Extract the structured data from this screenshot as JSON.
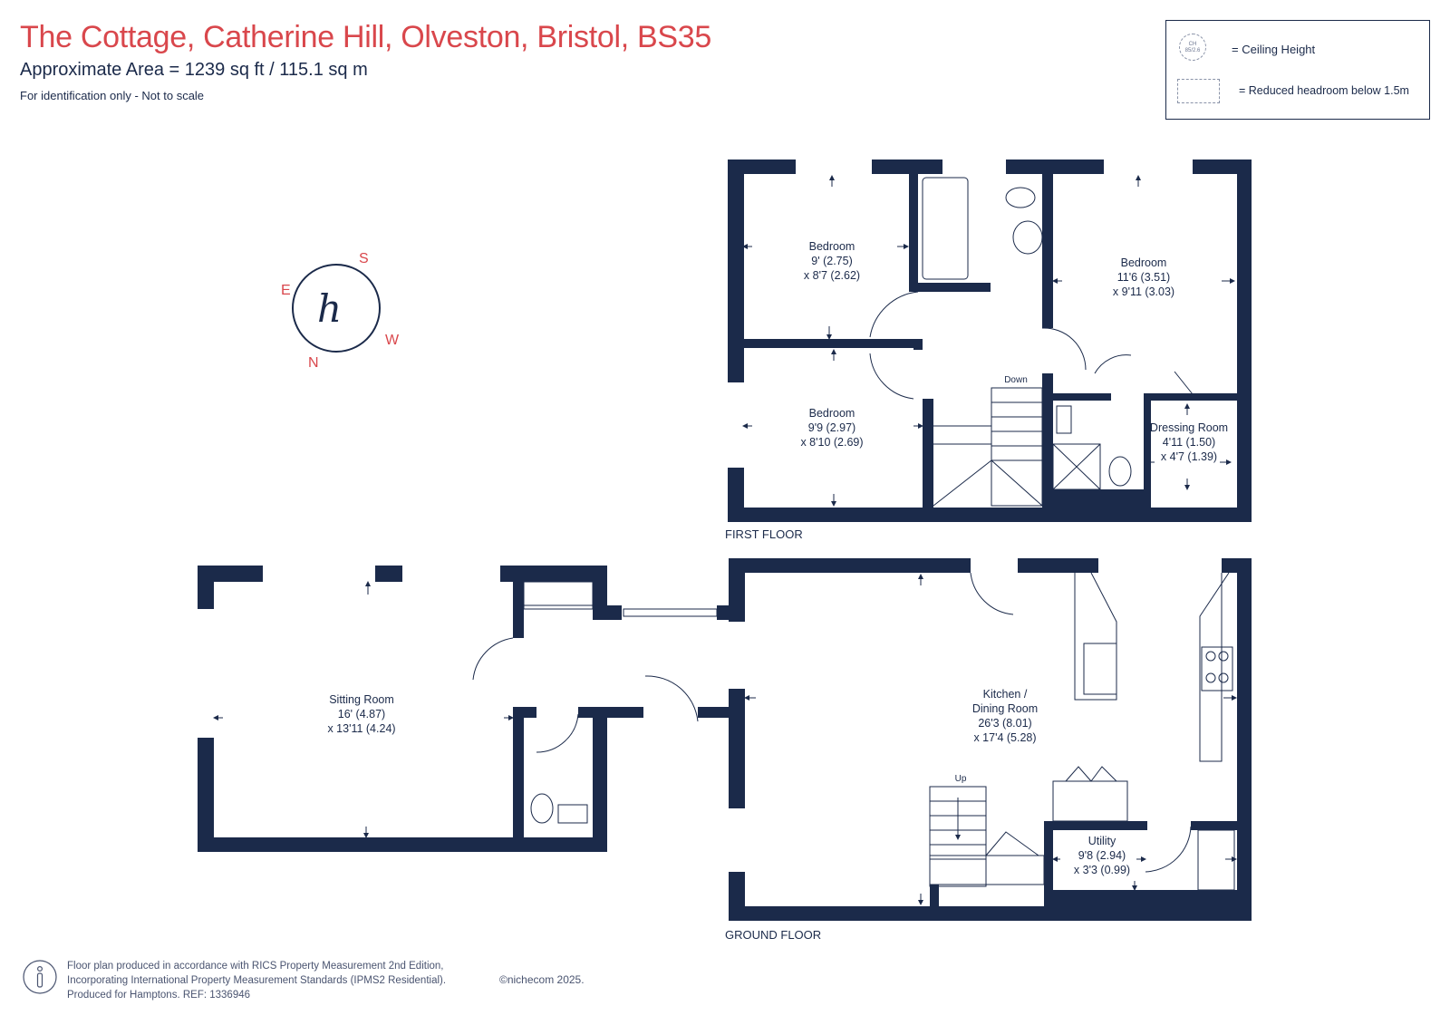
{
  "header": {
    "title": "The Cottage, Catherine Hill, Olveston, Bristol, BS35",
    "approx_area": "Approximate Area = 1239 sq ft / 115.1 sq m",
    "identification": "For identification only - Not to scale"
  },
  "legend": {
    "ceiling_icon_text": "CH\n85/2.6",
    "ceiling_height_label": "= Ceiling Height",
    "reduced_headroom_label": "= Reduced headroom below 1.5m"
  },
  "compass": {
    "s": "S",
    "e": "E",
    "w": "W",
    "n": "N",
    "logo": "h"
  },
  "colors": {
    "wall": "#1b2a4a",
    "title": "#d9474c",
    "text": "#1b2a4a"
  },
  "first_floor": {
    "label": "FIRST FLOOR",
    "stairs_label": "Down",
    "rooms": [
      {
        "name": "Bedroom",
        "dim1": "9' (2.75)",
        "dim2": "x 8'7 (2.62)"
      },
      {
        "name": "Bedroom",
        "dim1": "11'6 (3.51)",
        "dim2": "x 9'11 (3.03)"
      },
      {
        "name": "Bedroom",
        "dim1": "9'9 (2.97)",
        "dim2": "x 8'10 (2.69)"
      },
      {
        "name": "Dressing Room",
        "dim1": "4'11 (1.50)",
        "dim2": "x 4'7 (1.39)"
      }
    ]
  },
  "ground_floor": {
    "label": "GROUND FLOOR",
    "stairs_label": "Up",
    "rooms": [
      {
        "name": "Sitting Room",
        "dim1": "16' (4.87)",
        "dim2": "x 13'11 (4.24)"
      },
      {
        "name": "Kitchen /",
        "name2": "Dining Room",
        "dim1": "26'3 (8.01)",
        "dim2": "x 17'4 (5.28)"
      },
      {
        "name": "Utility",
        "dim1": "9'8 (2.94)",
        "dim2": "x 3'3 (0.99)"
      }
    ]
  },
  "footer": {
    "line1": "Floor plan produced in accordance with RICS Property Measurement 2nd Edition,",
    "line2": "Incorporating International Property Measurement Standards (IPMS2 Residential).",
    "line3": "Produced for Hamptons.  REF: 1336946",
    "copyright": "©nichecom 2025."
  }
}
